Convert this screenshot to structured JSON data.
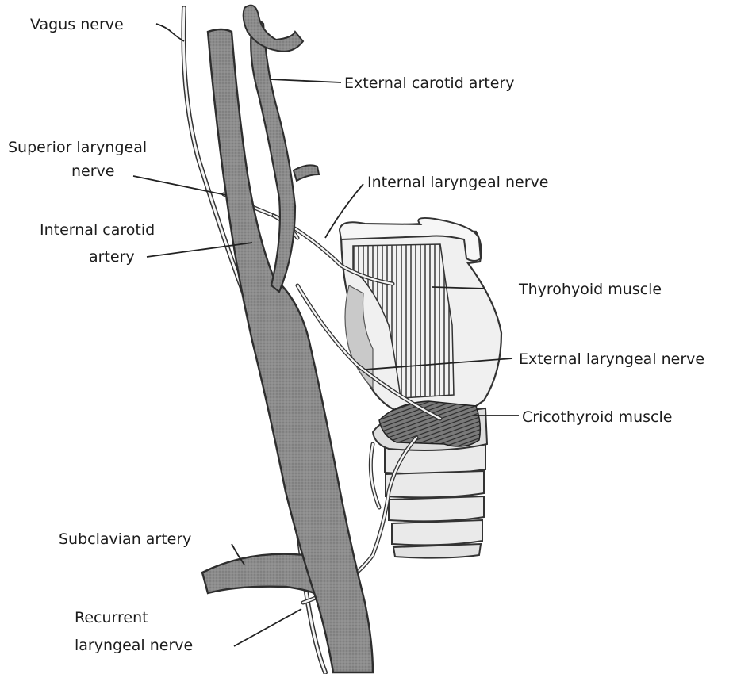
{
  "colors": {
    "vessel_fill": "#8a8a8a",
    "vessel_stroke": "#3a3a3a",
    "cartilage_fill": "#ececec",
    "muscle_fill": "#6f6f6f",
    "nerve_stroke": "#3a3a3a",
    "leader_stroke": "#222222"
  },
  "labels": {
    "vagus_nerve": "Vagus nerve",
    "external_carotid_artery": "External carotid artery",
    "superior_laryngeal_nerve_1": "Superior laryngeal",
    "superior_laryngeal_nerve_2": "nerve",
    "internal_laryngeal_nerve": "Internal laryngeal nerve",
    "internal_carotid_artery_1": "Internal carotid",
    "internal_carotid_artery_2": "artery",
    "thyrohyoid_muscle": "Thyrohyoid muscle",
    "external_laryngeal_nerve": "External laryngeal nerve",
    "cricothyroid_muscle": "Cricothyroid muscle",
    "subclavian_artery": "Subclavian artery",
    "recurrent_laryngeal_nerve_1": "Recurrent",
    "recurrent_laryngeal_nerve_2": "laryngeal nerve"
  }
}
